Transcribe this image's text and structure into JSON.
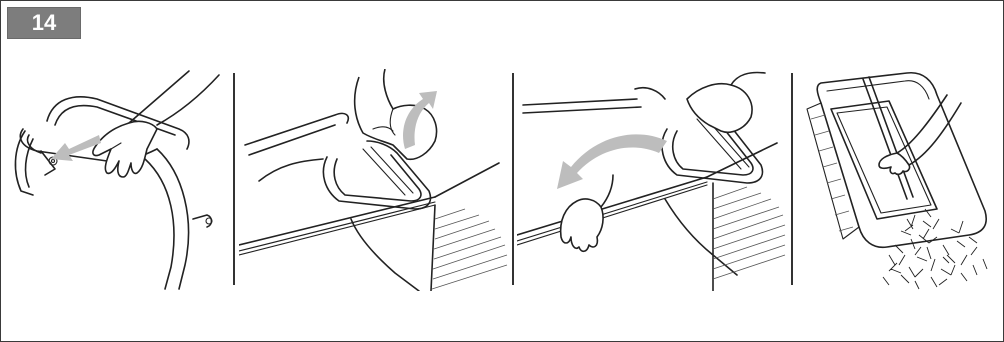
{
  "step": {
    "number": "14"
  },
  "colors": {
    "badge_bg": "#7d7d7d",
    "badge_text": "#ffffff",
    "line_art": "#222222",
    "arrow": "#bdbdbd"
  },
  "panels": [
    {
      "id": "panel-1",
      "content": "press-latch-on-handle",
      "arrow_icon": "push-arrow-icon"
    },
    {
      "id": "panel-2",
      "content": "lift-catcher-lid",
      "arrow_icon": "lift-arrow-icon"
    },
    {
      "id": "panel-3",
      "content": "remove-grass-catcher",
      "arrow_icon": "curved-arrow-icon"
    },
    {
      "id": "panel-4",
      "content": "empty-grass-catcher",
      "arrow_icon": ""
    }
  ]
}
